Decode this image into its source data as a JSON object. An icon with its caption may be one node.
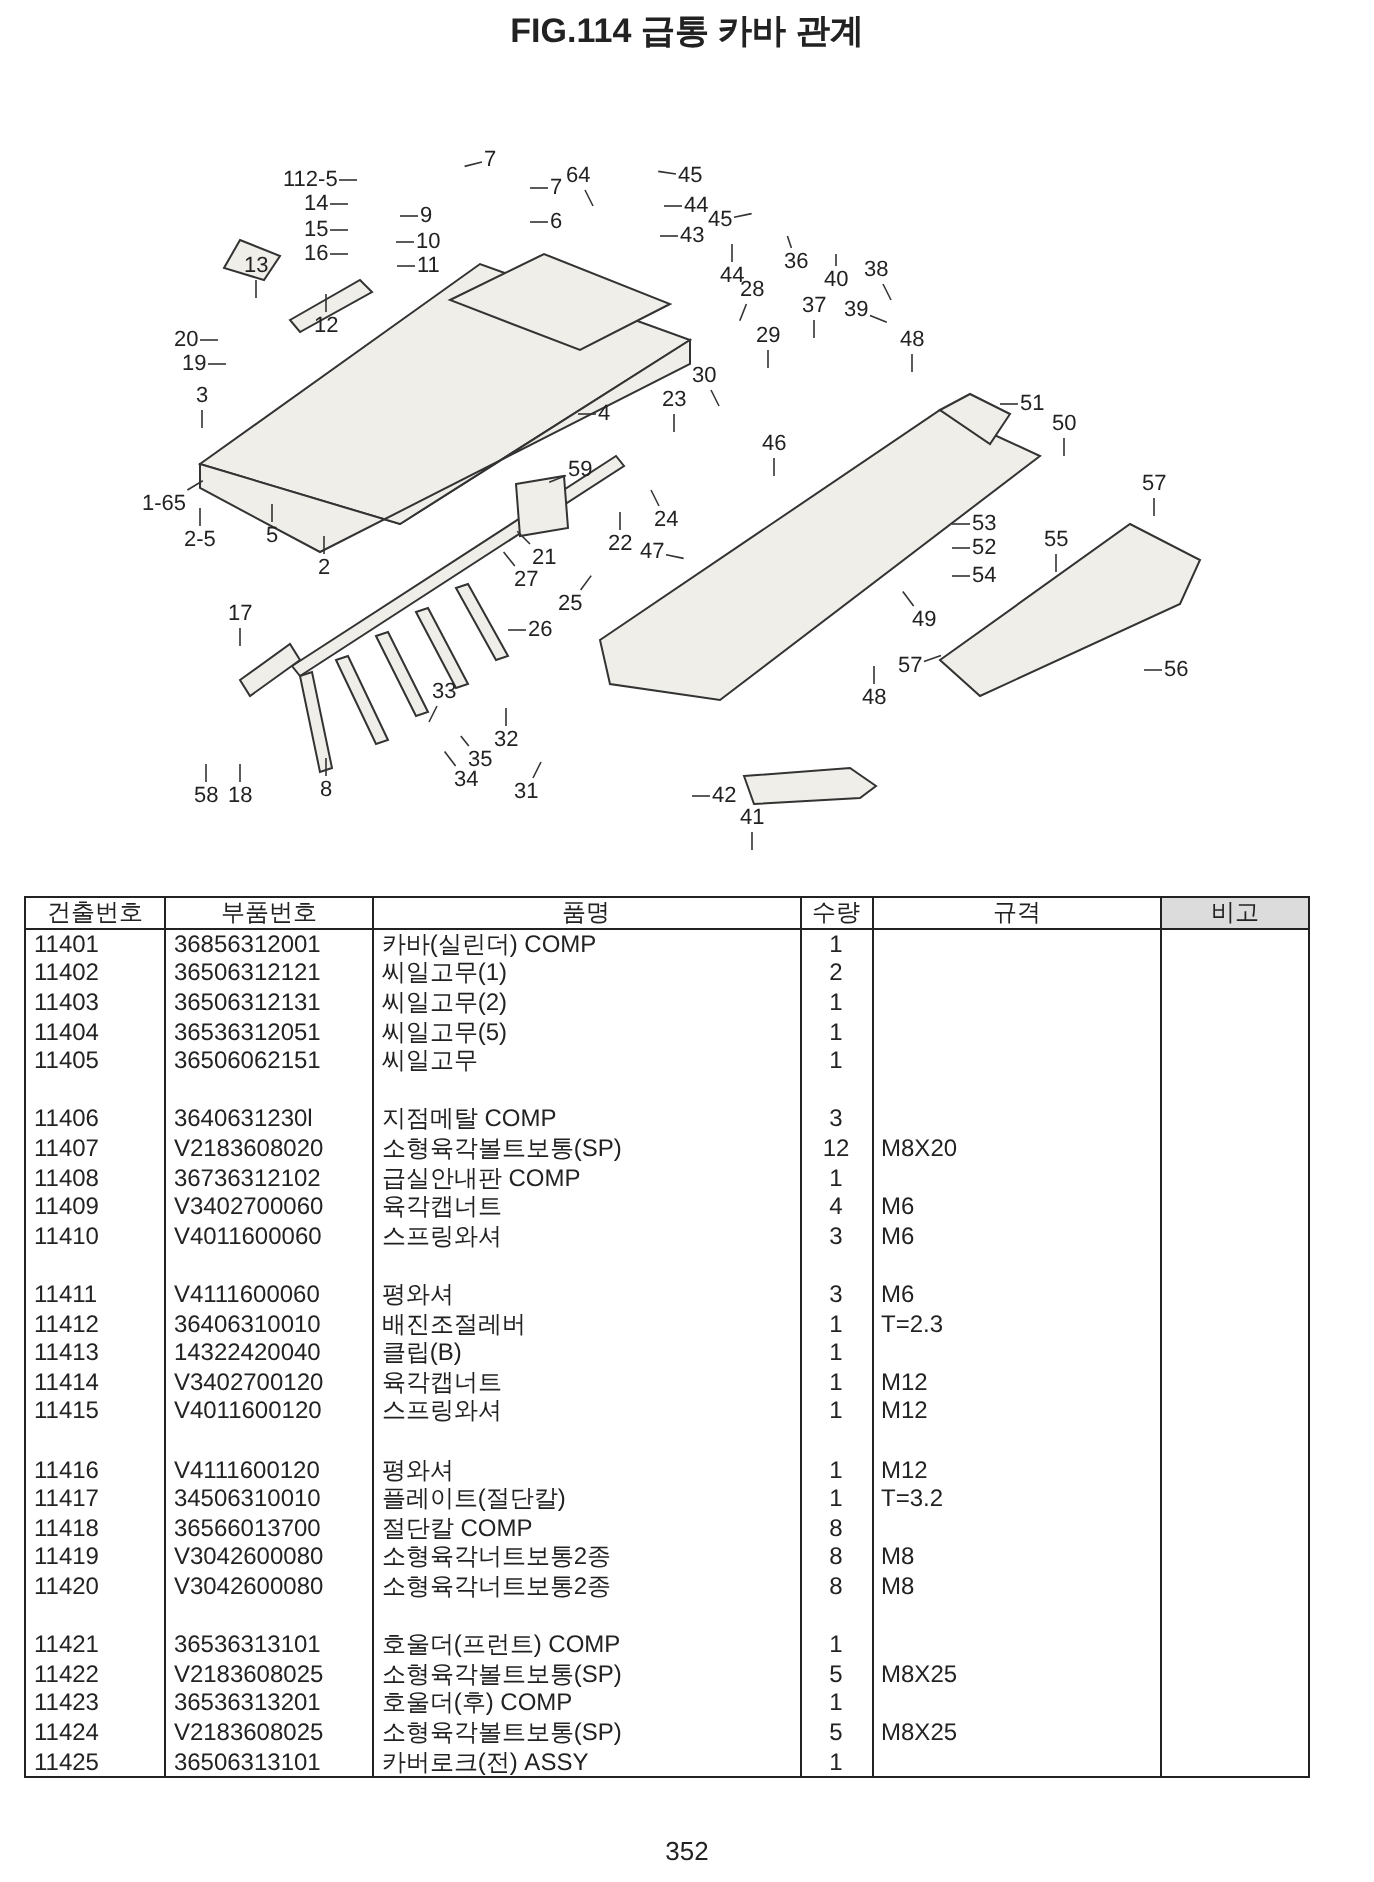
{
  "diagram": {
    "title": "FIG.114 급통 카바 관계",
    "nodes": [
      {
        "text": [
          "7"
        ]
      },
      {
        "text": [
          "112-5"
        ]
      },
      {
        "text": [
          "64"
        ]
      },
      {
        "text": [
          "45"
        ]
      },
      {
        "text": [
          "7"
        ]
      },
      {
        "text": [
          "14"
        ]
      },
      {
        "text": [
          "44"
        ]
      },
      {
        "text": [
          "9"
        ]
      },
      {
        "text": [
          "6"
        ]
      },
      {
        "text": [
          "45"
        ]
      },
      {
        "text": [
          "15"
        ]
      },
      {
        "text": [
          "43"
        ]
      },
      {
        "text": [
          "10"
        ]
      },
      {
        "text": [
          "16"
        ]
      },
      {
        "text": [
          "11"
        ]
      },
      {
        "text": [
          "13"
        ]
      },
      {
        "text": [
          "38"
        ]
      },
      {
        "text": [
          "36"
        ]
      },
      {
        "text": [
          "44"
        ]
      },
      {
        "text": [
          "28"
        ]
      },
      {
        "text": [
          "40"
        ]
      },
      {
        "text": [
          "37"
        ]
      },
      {
        "text": [
          "39"
        ]
      },
      {
        "text": [
          "12"
        ]
      },
      {
        "text": [
          "29"
        ]
      },
      {
        "text": [
          "48"
        ]
      },
      {
        "text": [
          "20"
        ]
      },
      {
        "text": [
          "19"
        ]
      },
      {
        "text": [
          "30"
        ]
      },
      {
        "text": [
          "3"
        ]
      },
      {
        "text": [
          "23"
        ]
      },
      {
        "text": [
          "51"
        ]
      },
      {
        "text": [
          "4"
        ]
      },
      {
        "text": [
          "50"
        ]
      },
      {
        "text": [
          "46"
        ]
      },
      {
        "text": [
          "59"
        ]
      },
      {
        "text": [
          "57"
        ]
      },
      {
        "text": [
          "1-65"
        ]
      },
      {
        "text": [
          "24"
        ]
      },
      {
        "text": [
          "53"
        ]
      },
      {
        "text": [
          "5"
        ]
      },
      {
        "text": [
          "2-5"
        ]
      },
      {
        "text": [
          "55"
        ]
      },
      {
        "text": [
          "22"
        ]
      },
      {
        "text": [
          "52"
        ]
      },
      {
        "text": [
          "47"
        ]
      },
      {
        "text": [
          "21"
        ]
      },
      {
        "text": [
          "2"
        ]
      },
      {
        "text": [
          "27"
        ]
      },
      {
        "text": [
          "54"
        ]
      },
      {
        "text": [
          "25"
        ]
      },
      {
        "text": [
          "17"
        ]
      },
      {
        "text": [
          "49"
        ]
      },
      {
        "text": [
          "26"
        ]
      },
      {
        "text": [
          "57"
        ]
      },
      {
        "text": [
          "56"
        ]
      },
      {
        "text": [
          "48"
        ]
      },
      {
        "text": [
          "33"
        ]
      },
      {
        "text": [
          "32"
        ]
      },
      {
        "text": [
          "35"
        ]
      },
      {
        "text": [
          "34"
        ]
      },
      {
        "text": [
          "8"
        ]
      },
      {
        "text": [
          "31"
        ]
      },
      {
        "text": [
          "58"
        ]
      },
      {
        "text": [
          "18"
        ]
      },
      {
        "text": [
          "42"
        ]
      },
      {
        "text": [
          "41"
        ]
      }
    ],
    "edges": [
      {
        "from": 0,
        "to": null,
        "arrow": "none"
      },
      {
        "from": 1,
        "to": null,
        "arrow": "none"
      },
      {
        "from": 2,
        "to": null,
        "arrow": "none"
      },
      {
        "from": 3,
        "to": null,
        "arrow": "none"
      },
      {
        "from": 4,
        "to": null,
        "arrow": "none"
      },
      {
        "from": 5,
        "to": null,
        "arrow": "none"
      },
      {
        "from": 6,
        "to": null,
        "arrow": "none"
      },
      {
        "from": 7,
        "to": null,
        "arrow": "none"
      },
      {
        "from": 8,
        "to": null,
        "arrow": "none"
      },
      {
        "from": 9,
        "to": null,
        "arrow": "none"
      },
      {
        "from": 10,
        "to": null,
        "arrow": "none"
      },
      {
        "from": 11,
        "to": null,
        "arrow": "none"
      },
      {
        "from": 12,
        "to": null,
        "arrow": "none"
      },
      {
        "from": 13,
        "to": null,
        "arrow": "none"
      },
      {
        "from": 14,
        "to": null,
        "arrow": "none"
      },
      {
        "from": 15,
        "to": null,
        "arrow": "none"
      },
      {
        "from": 16,
        "to": null,
        "arrow": "none"
      },
      {
        "from": 17,
        "to": null,
        "arrow": "none"
      },
      {
        "from": 18,
        "to": null,
        "arrow": "none"
      },
      {
        "from": 19,
        "to": null,
        "arrow": "none"
      },
      {
        "from": 20,
        "to": null,
        "arrow": "none"
      },
      {
        "from": 21,
        "to": null,
        "arrow": "none"
      },
      {
        "from": 22,
        "to": null,
        "arrow": "none"
      },
      {
        "from": 23,
        "to": null,
        "arrow": "none"
      },
      {
        "from": 24,
        "to": null,
        "arrow": "none"
      },
      {
        "from": 25,
        "to": null,
        "arrow": "none"
      },
      {
        "from": 26,
        "to": null,
        "arrow": "none"
      },
      {
        "from": 27,
        "to": null,
        "arrow": "none"
      },
      {
        "from": 28,
        "to": null,
        "arrow": "none"
      },
      {
        "from": 29,
        "to": null,
        "arrow": "none"
      },
      {
        "from": 30,
        "to": null,
        "arrow": "none"
      },
      {
        "from": 31,
        "to": null,
        "arrow": "none"
      },
      {
        "from": 32,
        "to": null,
        "arrow": "none"
      },
      {
        "from": 33,
        "to": null,
        "arrow": "none"
      },
      {
        "from": 34,
        "to": null,
        "arrow": "none"
      },
      {
        "from": 35,
        "to": null,
        "arrow": "none"
      },
      {
        "from": 36,
        "to": null,
        "arrow": "none"
      },
      {
        "from": 37,
        "to": null,
        "arrow": "none"
      },
      {
        "from": 38,
        "to": null,
        "arrow": "none"
      },
      {
        "from": 39,
        "to": null,
        "arrow": "none"
      },
      {
        "from": 40,
        "to": null,
        "arrow": "none"
      },
      {
        "from": 41,
        "to": null,
        "arrow": "none"
      },
      {
        "from": 42,
        "to": null,
        "arrow": "none"
      },
      {
        "from": 43,
        "to": null,
        "arrow": "none"
      },
      {
        "from": 44,
        "to": null,
        "arrow": "none"
      },
      {
        "from": 45,
        "to": null,
        "arrow": "none"
      },
      {
        "from": 46,
        "to": null,
        "arrow": "none"
      },
      {
        "from": 47,
        "to": null,
        "arrow": "none"
      },
      {
        "from": 48,
        "to": null,
        "arrow": "none"
      },
      {
        "from": 49,
        "to": null,
        "arrow": "none"
      },
      {
        "from": 50,
        "to": null,
        "arrow": "none"
      },
      {
        "from": 51,
        "to": null,
        "arrow": "none"
      },
      {
        "from": 52,
        "to": null,
        "arrow": "none"
      },
      {
        "from": 53,
        "to": null,
        "arrow": "none"
      },
      {
        "from": 54,
        "to": null,
        "arrow": "none"
      },
      {
        "from": 55,
        "to": null,
        "arrow": "none"
      },
      {
        "from": 56,
        "to": null,
        "arrow": "none"
      },
      {
        "from": 57,
        "to": null,
        "arrow": "none"
      },
      {
        "from": 58,
        "to": null,
        "arrow": "none"
      },
      {
        "from": 59,
        "to": null,
        "arrow": "none"
      },
      {
        "from": 60,
        "to": null,
        "arrow": "none"
      },
      {
        "from": 61,
        "to": null,
        "arrow": "none"
      },
      {
        "from": 62,
        "to": null,
        "arrow": "none"
      },
      {
        "from": 63,
        "to": null,
        "arrow": "none"
      },
      {
        "from": 64,
        "to": null,
        "arrow": "none"
      },
      {
        "from": 65,
        "to": null,
        "arrow": "none"
      },
      {
        "from": 66,
        "to": null,
        "arrow": "none"
      }
    ],
    "labels": [
      "건출번호",
      "부품번호",
      "품명",
      "수량",
      "규격",
      "비고",
      "11401",
      "36856312001",
      "카바(실린더) COMP",
      "1",
      "11402",
      "36506312121",
      "씨일고무(1)",
      "2",
      "11403",
      "36506312131",
      "씨일고무(2)",
      "1",
      "11404",
      "36536312051",
      "씨일고무(5)",
      "1",
      "11405",
      "36506062151",
      "씨일고무",
      "1",
      "11406",
      "3640631230l",
      "지점메탈 COMP",
      "3",
      "11407",
      "V2183608020",
      "소형육각볼트보통(SP)",
      "12",
      "M8X20",
      "11408",
      "36736312102",
      "급실안내판 COMP",
      "1",
      "11409",
      "V3402700060",
      "육각캡너트",
      "4",
      "M6",
      "11410",
      "V4011600060",
      "스프링와셔",
      "3",
      "M6",
      "11411",
      "V4111600060",
      "평와셔",
      "3",
      "M6",
      "11412",
      "36406310010",
      "배진조절레버",
      "1",
      "T=2.3",
      "11413",
      "14322420040",
      "클립(B)",
      "1",
      "11414",
      "V3402700120",
      "육각캡너트",
      "1",
      "M12",
      "11415",
      "V4011600120",
      "스프링와셔",
      "1",
      "M12",
      "11416",
      "V4111600120",
      "평와셔",
      "1",
      "M12",
      "11417",
      "34506310010",
      "플레이트(절단칼)",
      "1",
      "T=3.2",
      "11418",
      "36566013700",
      "절단칼 COMP",
      "8",
      "11419",
      "V3042600080",
      "소형육각너트보통2종",
      "8",
      "M8",
      "11420",
      "V3042600080",
      "소형육각너트보통2종",
      "8",
      "M8",
      "11421",
      "36536313101",
      "호울더(프런트) COMP",
      "1",
      "11422",
      "V2183608025",
      "소형육각볼트보통(SP)",
      "5",
      "M8X25",
      "11423",
      "36536313201",
      "호울더(후) COMP",
      "1",
      "11424",
      "V2183608025",
      "소형육각볼트보통(SP)",
      "5",
      "M8X25",
      "11425",
      "36506313101",
      "카버로크(전) ASSY",
      "1",
      "352"
    ]
  }
}
